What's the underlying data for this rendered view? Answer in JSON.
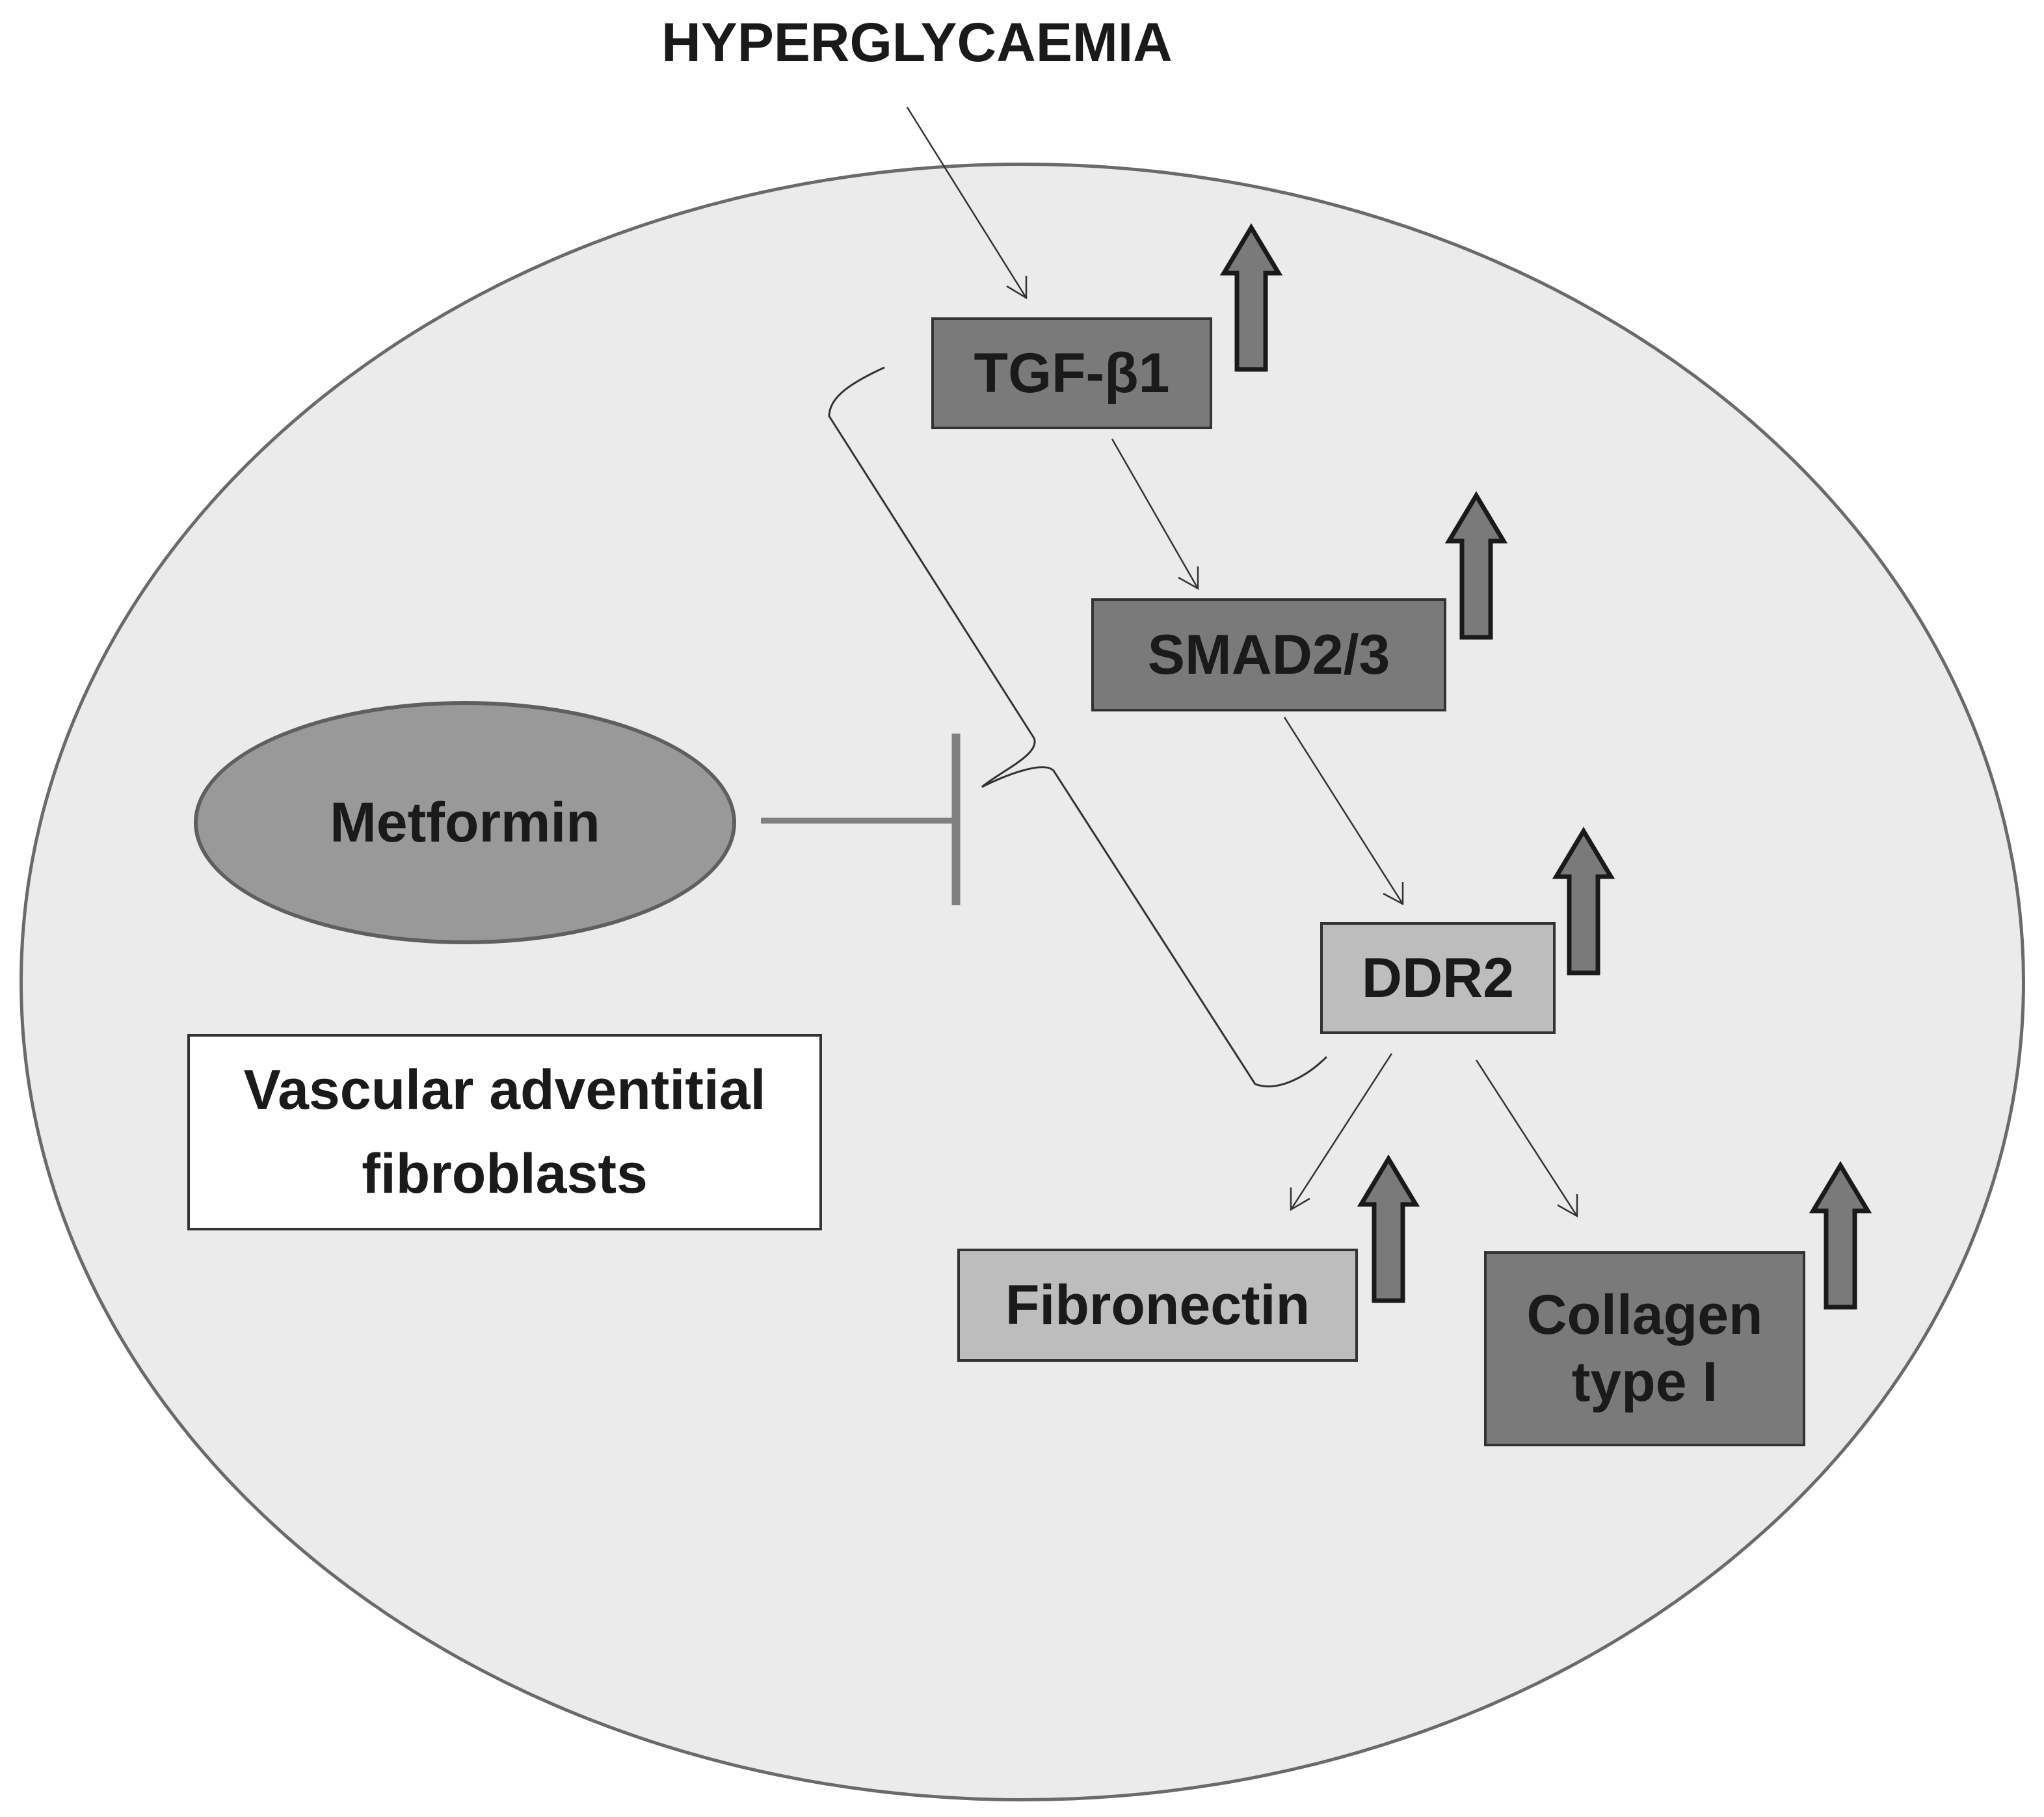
{
  "title": "HYPERGLYCAEMIA",
  "cell_label": {
    "line1": "Vascular adventitial",
    "line2": "fibroblasts"
  },
  "drug": "Metformin",
  "nodes": {
    "tgf": "TGF-β1",
    "smad": "SMAD2/3",
    "ddr2": "DDR2",
    "fibronectin": "Fibronectin",
    "collagen": {
      "line1": "Collagen",
      "line2": "type I"
    }
  },
  "colors": {
    "cell_fill": "#ebebeb",
    "dark_node": "#7a7a7a",
    "light_node": "#bdbdbd",
    "drug_fill": "#999999",
    "inhibitor_line": "#808080",
    "arrow_line": "#333333"
  },
  "icons": {
    "upregulation": "up-arrow-icon",
    "inhibition": "inhibition-bar-icon"
  }
}
